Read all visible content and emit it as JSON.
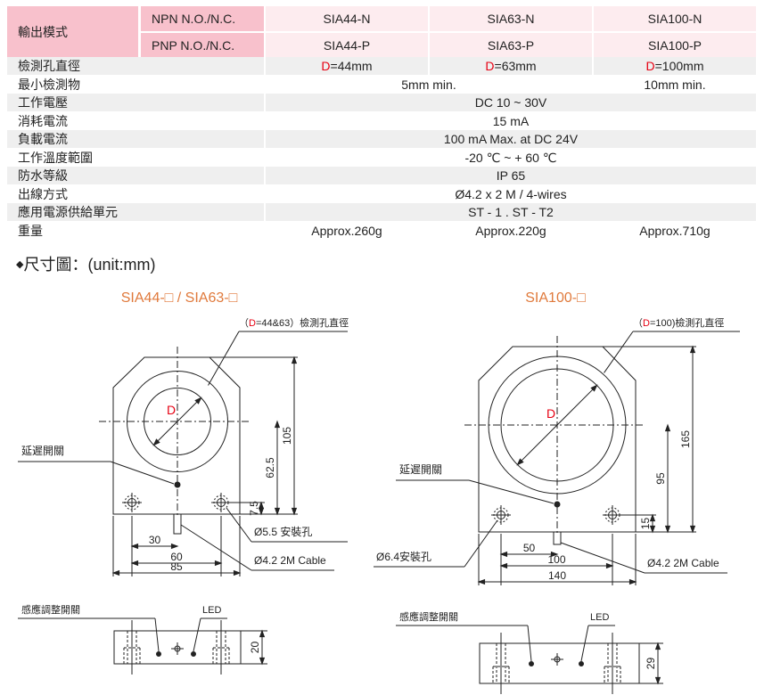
{
  "table": {
    "output_mode_label": "輸出模式",
    "npn_label": "NPN N.O./N.C.",
    "pnp_label": "PNP N.O./N.C.",
    "npn_models": [
      "SIA44-N",
      "SIA63-N",
      "SIA100-N"
    ],
    "pnp_models": [
      "SIA44-P",
      "SIA63-P",
      "SIA100-P"
    ],
    "rows": [
      {
        "label": "檢測孔直徑",
        "d": "D",
        "values": [
          "=44mm",
          "=63mm",
          "=100mm"
        ]
      },
      {
        "label": "最小檢測物",
        "values": [
          "5mm  min.",
          "10mm min."
        ]
      },
      {
        "label": "工作電壓",
        "value": "DC 10 ~ 30V"
      },
      {
        "label": "消耗電流",
        "value": "15 mA"
      },
      {
        "label": "負載電流",
        "value": "100 mA Max. at DC 24V"
      },
      {
        "label": "工作溫度範圍",
        "value": "-20 ℃ ~ + 60 ℃"
      },
      {
        "label": "防水等級",
        "value": "IP 65"
      },
      {
        "label": "出線方式",
        "value": "Ø4.2 x 2 M / 4-wires"
      },
      {
        "label": "應用電源供給單元",
        "value": "ST - 1 . ST - T2"
      },
      {
        "label": "重量",
        "values": [
          "Approx.260g",
          "Approx.220g",
          "Approx.710g"
        ]
      }
    ]
  },
  "section_title": "尺寸圖：(unit:mm)",
  "drawings": {
    "left": {
      "title": "SIA44-□ / SIA63-□",
      "d_label_pre": "（",
      "d": "D",
      "d_label_post": "=44&63）檢測孔直徑",
      "delay": "延遲開關",
      "hole": "Ø5.5 安裝孔",
      "cable": "Ø4.2 2M Cable",
      "dims": [
        "105",
        "62.5",
        "7.5",
        "30",
        "60",
        "85",
        "20"
      ],
      "sense": "感應調整開關",
      "led": "LED"
    },
    "right": {
      "title": "SIA100-□",
      "d_label_pre": "（",
      "d": "D",
      "d_label_post": "=100)檢測孔直徑",
      "delay": "延遲開關",
      "hole": "Ø6.4安裝孔",
      "cable": "Ø4.2 2M Cable",
      "dims": [
        "165",
        "95",
        "15",
        "50",
        "100",
        "140",
        "29"
      ],
      "sense": "感應調整開關",
      "led": "LED"
    }
  },
  "colors": {
    "header_pink": "#f8c1cc",
    "model_pink": "#fdecef",
    "title_orange": "#e07a3c",
    "d_red": "#e60012"
  }
}
